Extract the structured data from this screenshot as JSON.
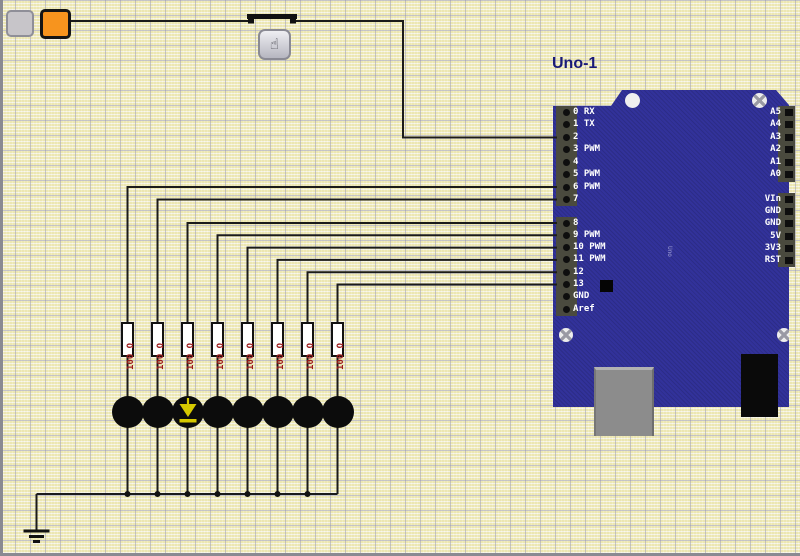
{
  "schematic": {
    "palette": {
      "grey_node": {
        "type": "component-grey"
      },
      "orange_node": {
        "type": "component-orange",
        "color": "#f7941e"
      }
    },
    "push_button": {
      "icon": "hand-pointer-icon",
      "glyph": "☝"
    },
    "board": {
      "title": "Uno-1",
      "silkscreen_text": "Uno",
      "left_pins": [
        "0 RX",
        "1 TX",
        "2",
        "3 PWM",
        "4",
        "5 PWM",
        "6 PWM",
        "7",
        "8",
        "9 PWM",
        "10 PWM",
        "11 PWM",
        "12",
        "13",
        "GND",
        "Aref"
      ],
      "right_analog_pins": [
        "A5",
        "A4",
        "A3",
        "A2",
        "A1",
        "A0"
      ],
      "right_power_pins": [
        "VIn",
        "GND",
        "GND",
        "5V",
        "3V3",
        "RST"
      ],
      "onboard_led13": "off"
    },
    "resistors": {
      "count": 8,
      "labels": [
        "100 Ω",
        "100 Ω",
        "100 Ω",
        "100 Ω",
        "100 Ω",
        "100 Ω",
        "100 Ω",
        "100 Ω"
      ]
    },
    "leds": {
      "count": 8,
      "states": [
        "off",
        "off",
        "on",
        "off",
        "off",
        "off",
        "off",
        "off"
      ],
      "on_color": "#d6c900"
    },
    "ground": {
      "symbol": "earth-ground"
    }
  },
  "colors": {
    "background": "#ebe8cc",
    "board_blue": "#32329a",
    "pin_strip": "#4a4a3e",
    "wire": "#1b1b1b",
    "resistor_label": "#9c1b1b",
    "orange_component": "#f7941e",
    "title_blue": "#1a1a78",
    "led_on": "#d6c900"
  }
}
